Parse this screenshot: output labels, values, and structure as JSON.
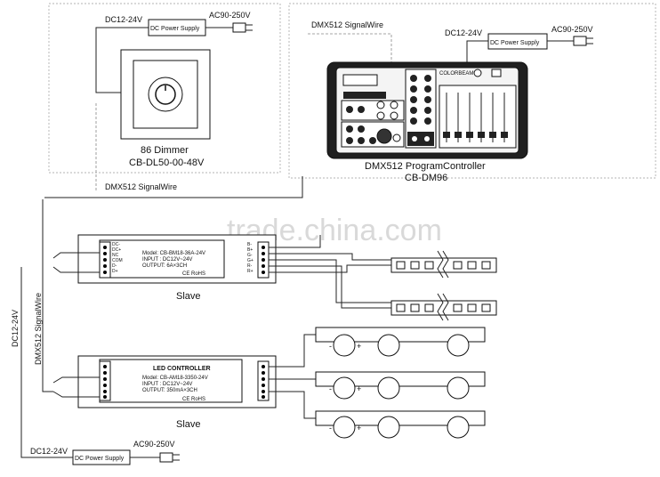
{
  "watermark": "trade.china.com",
  "dimmer": {
    "dc_label": "DC12-24V",
    "psu_label": "DC Power Supply",
    "ac_label": "AC90-250V",
    "name": "86 Dimmer",
    "model": "CB-DL50-00-48V"
  },
  "controller": {
    "signal_label": "DMX512 SignalWire",
    "dc_label": "DC12-24V",
    "psu_label": "DC Power Supply",
    "ac_label": "AC90-250V",
    "brand": "COLORBEAM",
    "name": "DMX512 ProgramController",
    "model": "CB-DM96"
  },
  "bus": {
    "signal_label_top": "DMX512 SignalWire",
    "signal_label_vertical": "DMX512 SignalWire",
    "dc_label_vertical": "DC12-24V"
  },
  "slave1": {
    "model_line": "Model: CB-BM18-36A-24V",
    "input_line": "INPUT : DC12V~24V",
    "output_line": "OUTPUT: 6A×3CH",
    "cert": "CE RoHS",
    "label": "Slave"
  },
  "slave2": {
    "title": "LED CONTROLLER",
    "model_line": "Model: CB-AM18-3350-24V",
    "input_line": "INPUT : DC12V~24V",
    "output_line": "OUTPUT: 350mA×3CH",
    "cert": "CE RoHS",
    "label": "Slave"
  },
  "bottom_psu": {
    "dc_label": "DC12-24V",
    "psu_label": "DC Power Supply",
    "ac_label": "AC90-250V"
  },
  "terminals_left": [
    "DC-",
    "DC+",
    "NC",
    "COM",
    "D-",
    "D+"
  ],
  "terminals_right": [
    "B-",
    "B+",
    "G-",
    "G+",
    "R-",
    "R+"
  ],
  "led_polarity": {
    "minus": "-",
    "plus": "+"
  }
}
